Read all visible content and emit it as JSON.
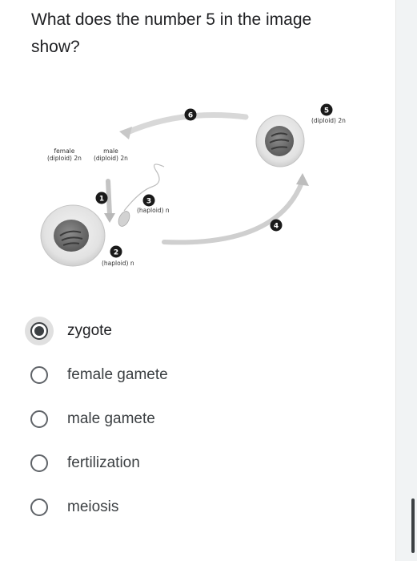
{
  "question": {
    "line1": "What does the number 5 in the image",
    "line2": "show?"
  },
  "figure": {
    "female_label": "female",
    "female_ploidy": "(diploid) 2n",
    "male_label": "male",
    "male_ploidy": "(diploid) 2n",
    "step1": "1",
    "step2": "2",
    "step2_label": "(haploid) n",
    "step3": "3",
    "step3_label": "(haploid) n",
    "step4": "4",
    "step5": "5",
    "step5_label": "(diploid) 2n",
    "step6": "6"
  },
  "options": [
    {
      "label": "zygote",
      "selected": true
    },
    {
      "label": "female gamete",
      "selected": false
    },
    {
      "label": "male gamete",
      "selected": false
    },
    {
      "label": "fertilization",
      "selected": false
    },
    {
      "label": "meiosis",
      "selected": false
    }
  ],
  "colors": {
    "radio_selected": "#3c4043",
    "radio_halo": "#e0e0e0",
    "text": "#202124"
  }
}
